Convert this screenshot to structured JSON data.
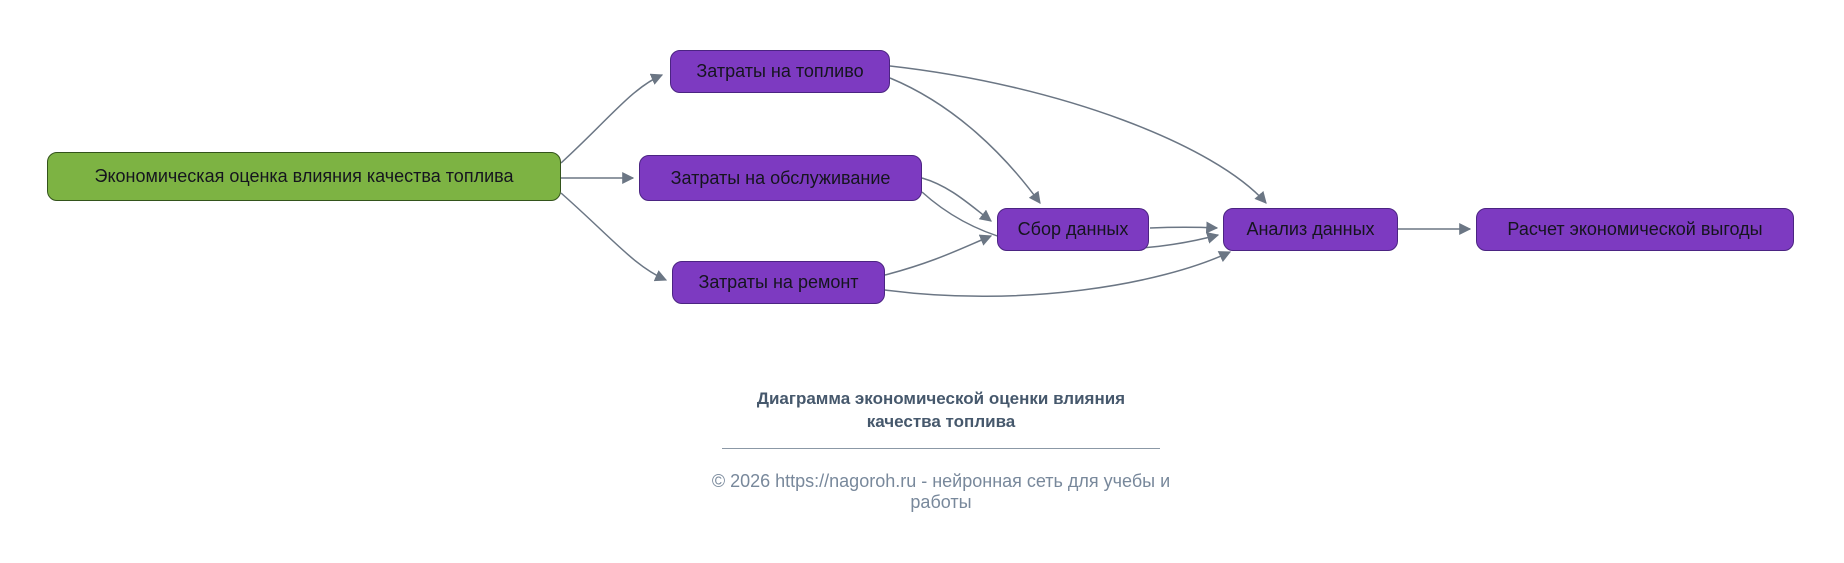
{
  "diagram": {
    "nodes": {
      "root": {
        "label": "Экономическая оценка влияния качества топлива"
      },
      "fuel": {
        "label": "Затраты на топливо"
      },
      "service": {
        "label": "Затраты на обслуживание"
      },
      "repair": {
        "label": "Затраты на ремонт"
      },
      "collect": {
        "label": "Сбор данных"
      },
      "analyze": {
        "label": "Анализ данных"
      },
      "calc": {
        "label": "Расчет экономической выгоды"
      }
    },
    "edges": [
      {
        "from": "root",
        "to": "fuel"
      },
      {
        "from": "root",
        "to": "service"
      },
      {
        "from": "root",
        "to": "repair"
      },
      {
        "from": "fuel",
        "to": "collect"
      },
      {
        "from": "fuel",
        "to": "analyze"
      },
      {
        "from": "service",
        "to": "collect"
      },
      {
        "from": "service",
        "to": "analyze"
      },
      {
        "from": "repair",
        "to": "collect"
      },
      {
        "from": "repair",
        "to": "analyze"
      },
      {
        "from": "collect",
        "to": "analyze"
      },
      {
        "from": "analyze",
        "to": "calc"
      }
    ],
    "colors": {
      "root_fill": "#7db343",
      "root_border": "#33531b",
      "node_fill": "#7d3ac1",
      "node_border": "#4b2482",
      "edge": "#6b7684",
      "node_text": "#15151e",
      "title_text": "#46586c",
      "footer_text": "#78889b"
    }
  },
  "caption": {
    "title_line1": "Диаграмма экономической оценки влияния",
    "title_line2": "качества топлива",
    "footer": "© 2026 https://nagoroh.ru - нейронная сеть для учебы и работы"
  }
}
